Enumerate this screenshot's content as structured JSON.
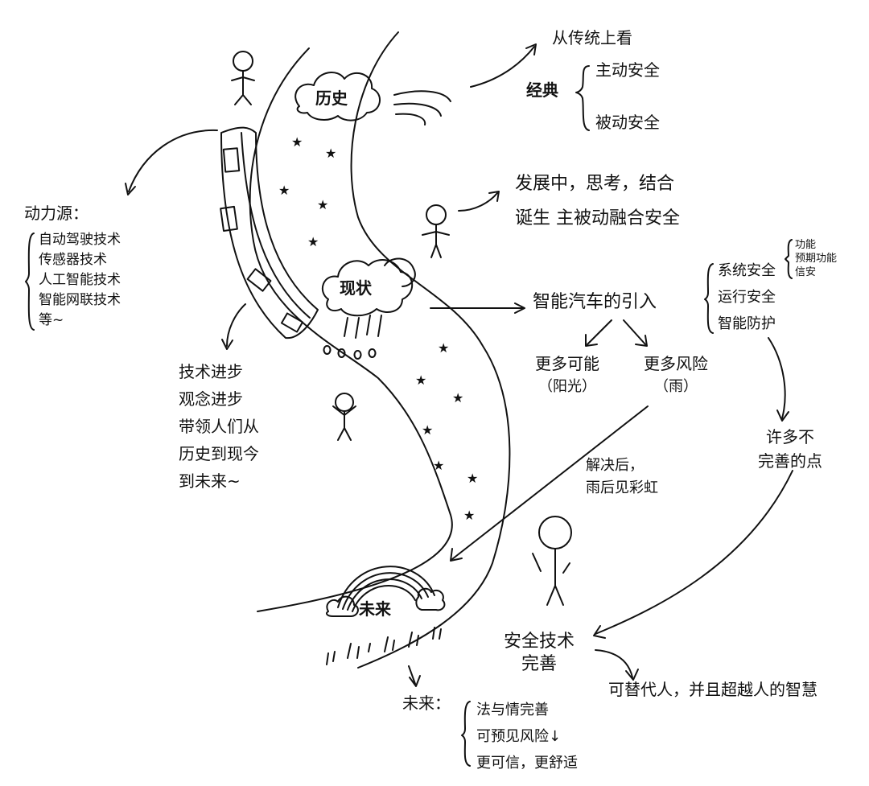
{
  "labels": {
    "history": "历史",
    "present": "现状",
    "future_rainbow": "未来",
    "traditional_view": "从传统上看",
    "classic": "经典",
    "active_safety": "主动安全",
    "passive_safety": "被动安全",
    "develop_line1": "发展中，思考，结合",
    "develop_line2": "诞生 主被动融合安全",
    "power_title": "动力源：",
    "power_items": [
      "自动驾驶技术",
      "传感器技术",
      "人工智能技术",
      "智能网联技术",
      "等~"
    ],
    "tech_progress": [
      "技术进步",
      "观念进步",
      "带领人们从",
      "历史到现今",
      "到未来~"
    ],
    "intro": "智能汽车的引入",
    "more_possible": "更多可能",
    "sunshine": "（阳光）",
    "more_risk": "更多风险",
    "rain": "（雨）",
    "safety_list": [
      "系统安全",
      "运行安全",
      "智能防护"
    ],
    "side_note": [
      "功能",
      "预期功能",
      "信安"
    ],
    "after_solve": [
      "解决后，",
      "雨后见彩虹"
    ],
    "imperfect": [
      "许多不",
      "完善的点"
    ],
    "safety_complete": [
      "安全技术",
      "完善"
    ],
    "replace_human": "可替代人，并且超越人的智慧",
    "future_label": "未来：",
    "future_items": [
      "法与情完善",
      "可预见风险↓",
      "更可信，更舒适"
    ]
  }
}
